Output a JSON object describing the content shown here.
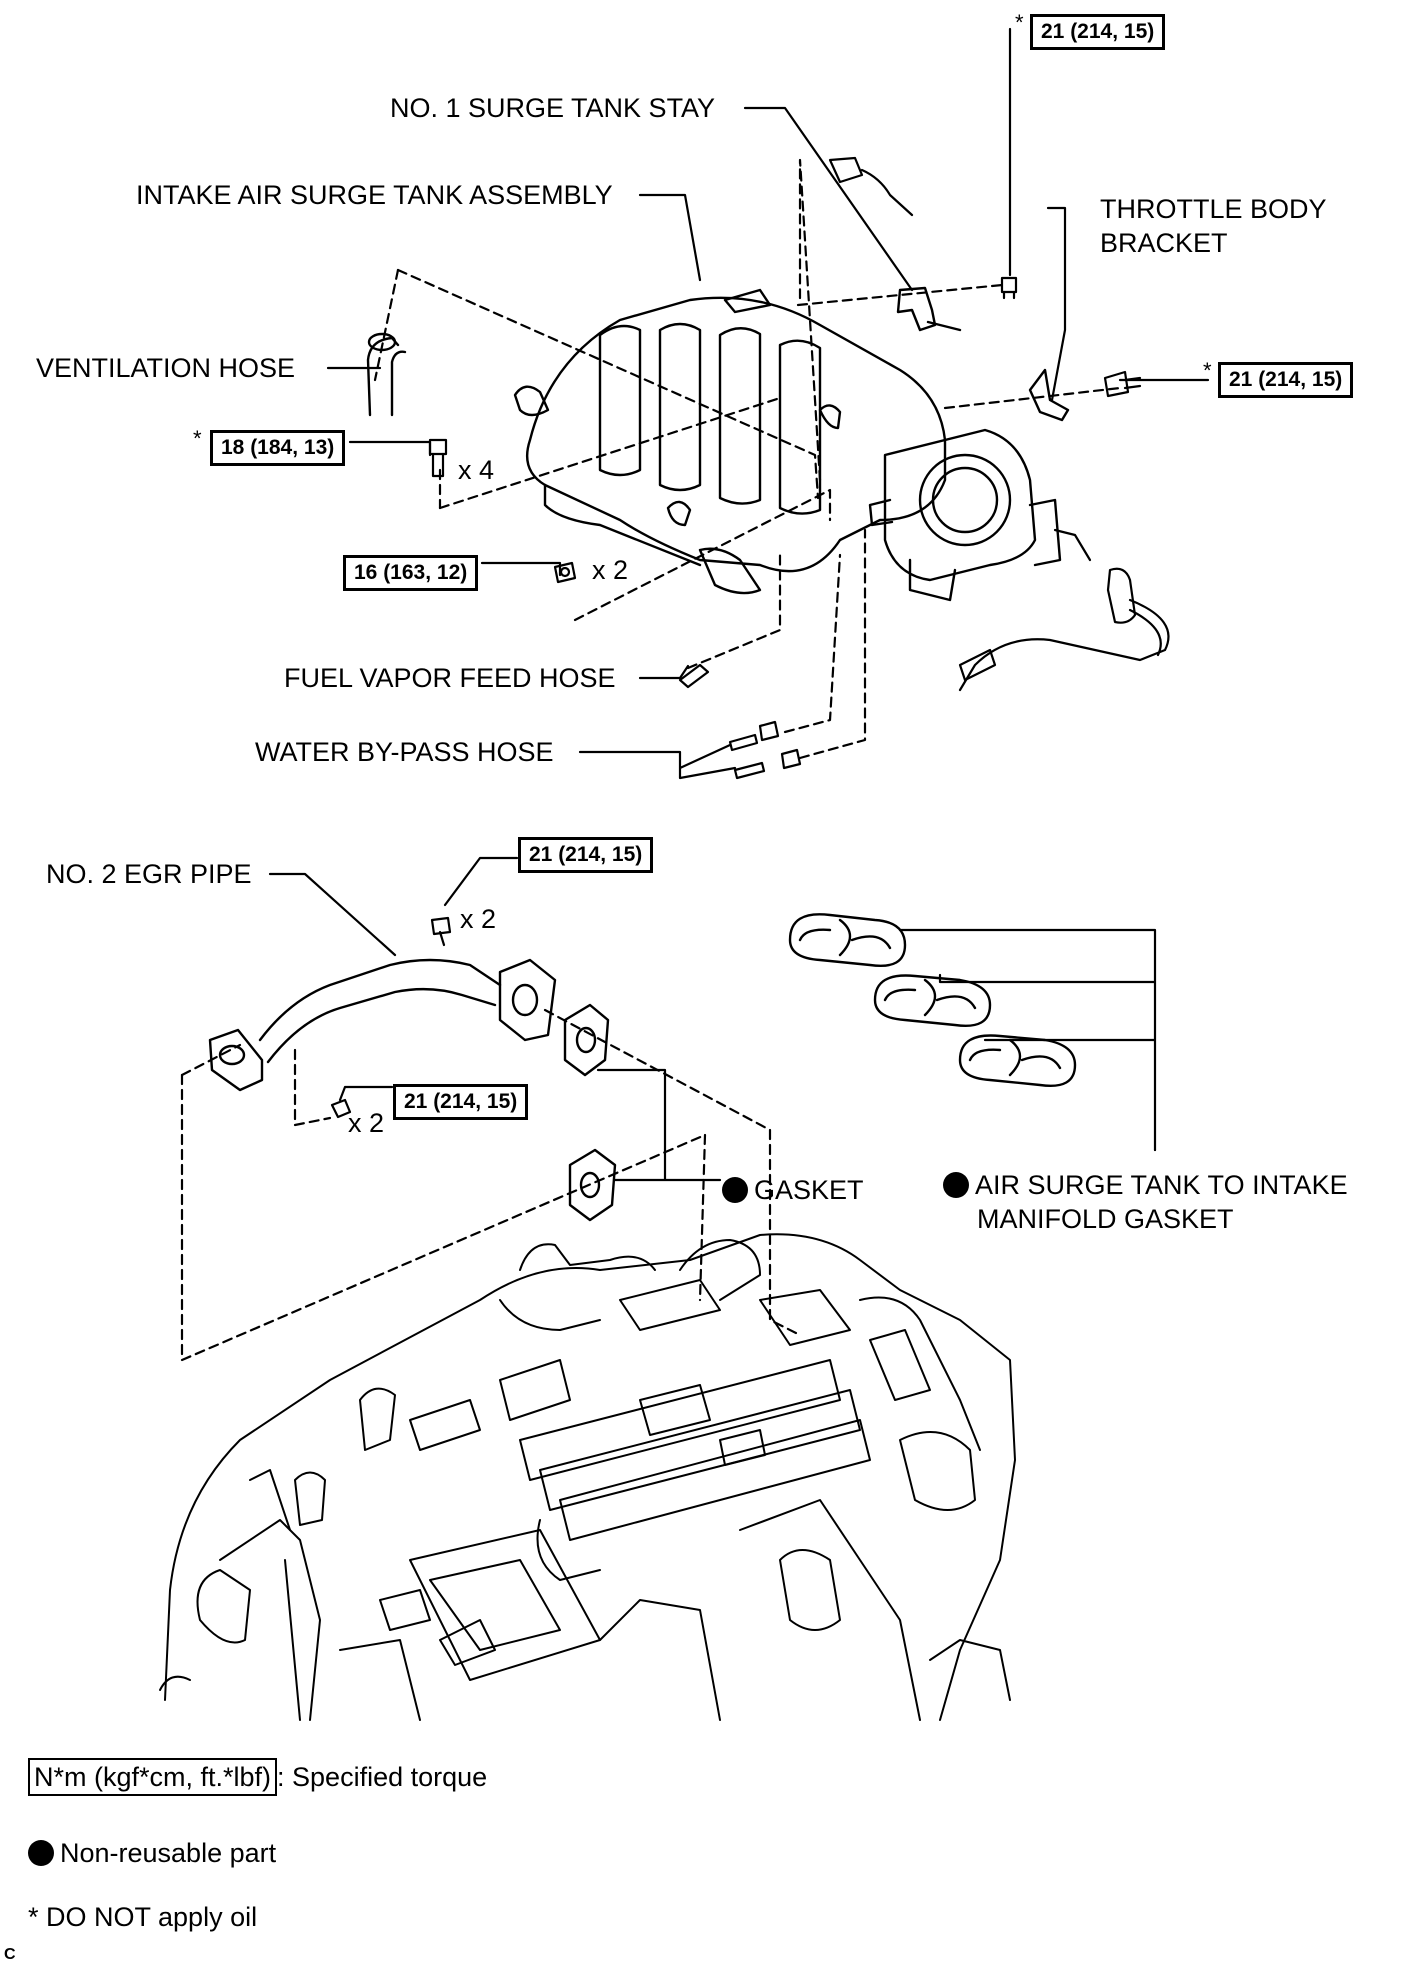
{
  "labels": {
    "surge_tank_stay": "NO. 1 SURGE TANK STAY",
    "surge_tank_assembly": "INTAKE AIR SURGE TANK ASSEMBLY",
    "throttle_bracket_line1": "THROTTLE BODY",
    "throttle_bracket_line2": "BRACKET",
    "ventilation_hose": "VENTILATION HOSE",
    "fuel_vapor_hose": "FUEL VAPOR FEED HOSE",
    "water_bypass_hose": "WATER BY-PASS HOSE",
    "egr_pipe": "NO. 2 EGR PIPE",
    "gasket": "GASKET",
    "manifold_gasket_line1": "AIR SURGE TANK TO INTAKE",
    "manifold_gasket_line2": "MANIFOLD GASKET"
  },
  "torques": {
    "stay_bolt": "21 (214, 15)",
    "throttle_bolt": "21 (214, 15)",
    "tank_bolts": "18 (184, 13)",
    "tank_nuts": "16 (163, 12)",
    "egr_bolts": "21 (214, 15)",
    "egr_nuts": "21 (214, 15)"
  },
  "quantities": {
    "tank_bolts": "x 4",
    "tank_nuts": "x 2",
    "egr_bolts": "x 2",
    "egr_nuts": "x 2"
  },
  "star_mark": "*",
  "legend": {
    "torque_box": "N*m (kgf*cm, ft.*lbf)",
    "torque_text": ": Specified torque",
    "nonreusable_text": "Non-reusable part",
    "no_oil_text": "* DO NOT apply oil"
  },
  "figure_code": "C"
}
